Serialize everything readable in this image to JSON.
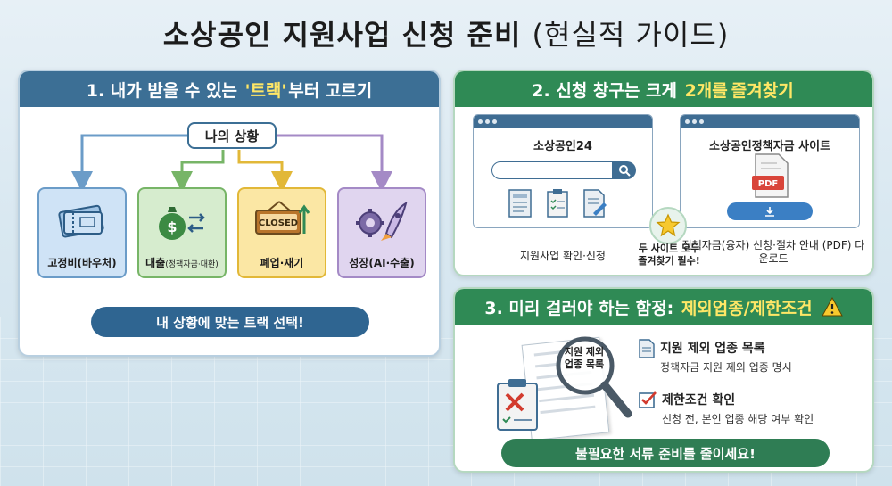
{
  "title": {
    "main": "소상공인 지원사업 신청 준비",
    "sub": "(현실적 가이드)"
  },
  "section1": {
    "heading_prefix": "1. 내가 받을 수 있는",
    "heading_highlight": "'트랙'",
    "heading_suffix": "부터 고르기",
    "situation": "나의 상황",
    "tracks": [
      {
        "label": "고정비(바우처)",
        "icon": "ticket-icon"
      },
      {
        "label": "대출",
        "label_small": "(정책자금·대환)",
        "icon": "money-bag-icon"
      },
      {
        "label": "폐업·재기",
        "icon": "closed-sign-icon",
        "sign_text": "CLOSED"
      },
      {
        "label": "성장(AI·수출)",
        "icon": "rocket-gear-icon"
      }
    ],
    "footer": "내 상황에 맞는 트랙 선택!"
  },
  "section2": {
    "heading_prefix": "2. 신청 창구는 크게",
    "heading_highlight1": "2개를",
    "heading_highlight2": "즐겨찾기",
    "site1": {
      "title": "소상공인24",
      "caption": "지원사업 확인·신청"
    },
    "site2": {
      "title": "소상공인정책자금 사이트",
      "caption": "정책자금(융자) 신청·절차 안내 (PDF) 다운로드",
      "pdf_label": "PDF"
    },
    "star_note": "두 사이트 모두 즐겨찾기 필수!"
  },
  "section3": {
    "heading_prefix": "3. 미리 걸러야 하는 함정:",
    "heading_highlight": "제외업종/제한조건",
    "magnifier_text": "지원 제외 업종 목록",
    "items": [
      {
        "title": "지원 제외 업종 목록",
        "desc": "정책자금 지원 제외 업종 명시",
        "icon": "document-icon"
      },
      {
        "title": "제한조건 확인",
        "desc": "신청 전, 본인 업종 해당 여부 확인",
        "icon": "checkbox-icon"
      }
    ],
    "footer": "불필요한 서류 준비를 줄이세요!"
  },
  "colors": {
    "section1_header": "#3c6f95",
    "section2_header": "#2f8a55",
    "highlight": "#ffe766"
  }
}
